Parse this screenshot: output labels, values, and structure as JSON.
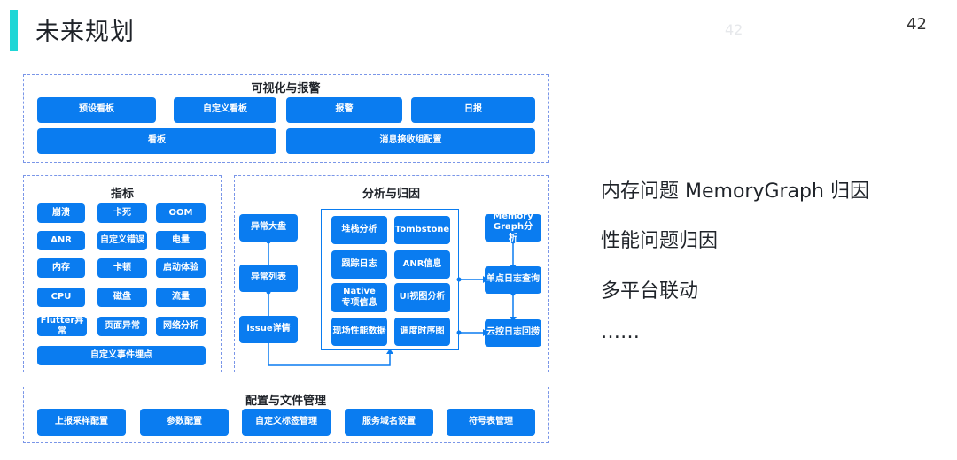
{
  "header": {
    "title": "未来规划",
    "page_number": "42",
    "watermark": "42"
  },
  "visualization": {
    "title": "可视化与报警",
    "row1": [
      "预设看板",
      "自定义看板",
      "报警",
      "日报"
    ],
    "row2": [
      "看板",
      "消息接收组配置"
    ]
  },
  "metrics": {
    "title": "指标",
    "items": [
      "崩溃",
      "卡死",
      "OOM",
      "ANR",
      "自定义错误",
      "电量",
      "内存",
      "卡顿",
      "启动体验",
      "CPU",
      "磁盘",
      "流量",
      "Flutter异常",
      "页面异常",
      "网络分析"
    ],
    "footer": "自定义事件埋点"
  },
  "analysis": {
    "title": "分析与归因",
    "left_flow": [
      "异常大盘",
      "异常列表",
      "issue详情"
    ],
    "center": [
      "堆栈分析",
      "Tombstone",
      "跟踪日志",
      "ANR信息",
      "Native专项信息",
      "UI视图分析",
      "现场性能数据",
      "调度时序图"
    ],
    "right": [
      "Memory Graph分析",
      "单点日志查询",
      "云控日志回捞"
    ]
  },
  "config": {
    "title": "配置与文件管理",
    "items": [
      "上报采样配置",
      "参数配置",
      "自定义标签管理",
      "服务域名设置",
      "符号表管理"
    ]
  },
  "bullets": [
    "内存问题 MemoryGraph 归因",
    "性能问题归因",
    "多平台联动",
    "……"
  ],
  "colors": {
    "accent": "#1fd6d6",
    "button": "#0a7cf0",
    "panel_border": "#7a96e8"
  }
}
